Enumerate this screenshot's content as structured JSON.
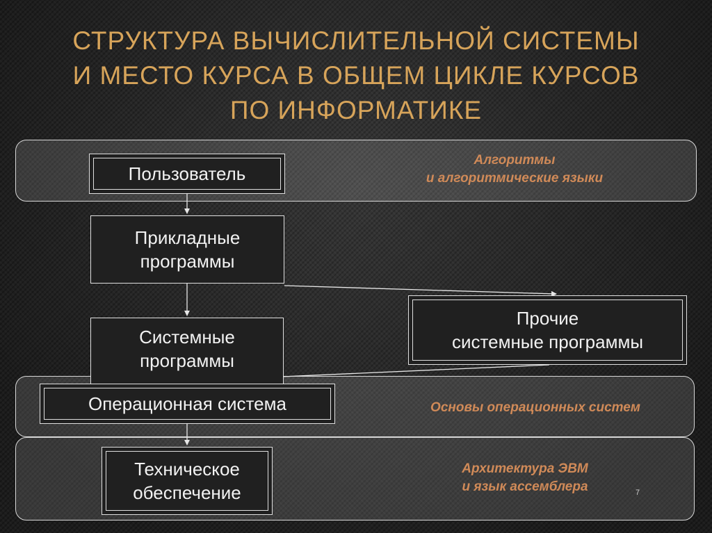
{
  "title": {
    "line1": "СТРУКТУРА ВЫЧИСЛИТЕЛЬНОЙ  СИСТЕМЫ",
    "line2": "И МЕСТО КУРСА В ОБЩЕМ ЦИКЛЕ КУРСОВ",
    "line3": "ПО ИНФОРМАТИКЕ"
  },
  "boxes": {
    "user": "Пользователь",
    "applied": {
      "line1": "Прикладные",
      "line2": "программы"
    },
    "system": {
      "line1": "Системные",
      "line2": "программы"
    },
    "other_system": {
      "line1": "Прочие",
      "line2": "системные программы"
    },
    "os": "Операционная система",
    "hardware": {
      "line1": "Техническое",
      "line2": "обеспечение"
    }
  },
  "courses": {
    "algorithms": {
      "line1": "Алгоритмы",
      "line2": "и алгоритмические языки"
    },
    "os_basics": "Основы операционных систем",
    "architecture": {
      "line1": "Архитектура ЭВМ",
      "line2": "и язык ассемблера"
    }
  },
  "page_number": "7",
  "colors": {
    "title": "#d7a45a",
    "course_label": "#d08a58",
    "box_text": "#f2f2f2",
    "box_border": "#e0e0e0"
  }
}
